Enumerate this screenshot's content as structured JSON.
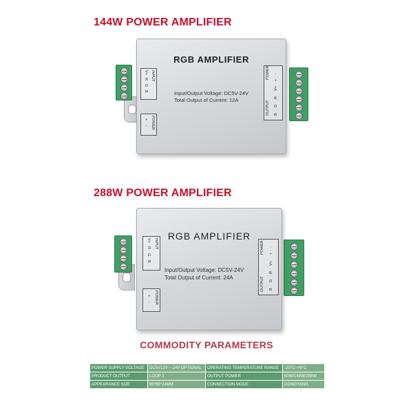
{
  "sections": [
    {
      "title": "144W POWER AMPLIFIER",
      "device": {
        "brand": "RGB AMPLIFIER",
        "spec_voltage": "Input/Output Voltage:  DC5V-24V",
        "spec_current": "Total Output of Current:  12A",
        "input_label": "INPUT",
        "input_pins": [
          "V+",
          "R",
          "G",
          "B"
        ],
        "power_label": "POWER",
        "output_label": "OUTPUT",
        "output_pins": [
          "B",
          "G",
          "R",
          "V+"
        ],
        "power_pins": [
          "+",
          "-"
        ]
      }
    },
    {
      "title": "288W POWER AMPLIFIER",
      "device": {
        "brand": "RGB  AMPLIFIER",
        "spec_voltage": "Input/Output Voltage:  DC5V-24V",
        "spec_current": "Total Output of Current:  24A",
        "input_label": "INPUT",
        "input_pins": [
          "V+",
          "R",
          "G",
          "B"
        ],
        "power_label": "POWER",
        "output_label": "OUTPUT",
        "output_pins": [
          "B",
          "G",
          "R",
          "V+"
        ],
        "power_pins": [
          "+",
          "-"
        ]
      }
    }
  ],
  "parameters": {
    "title": "COMMODITY PARAMETERS",
    "rows": [
      [
        "POWER SUPPLY VOLTAGE",
        "DC5V12V ~ 24V OPTIONAL",
        "OPERATING TEMPERATURE RANGE",
        "-20°C~+6°C"
      ],
      [
        "PRODUCT OUTPUT",
        "LOOP 3",
        "OUTPUT POWER",
        "60W/144W/288W"
      ],
      [
        "APPEARANCE SIZE",
        "95*65*24MM",
        "CONNECTION MODE",
        "GONGYANG"
      ]
    ]
  },
  "colors": {
    "title_red": "#c8102e",
    "param_title": "#b03a4a",
    "terminal_green": "#3fa065",
    "table_key": "#5d9a6f",
    "table_value": "#7fae88"
  }
}
